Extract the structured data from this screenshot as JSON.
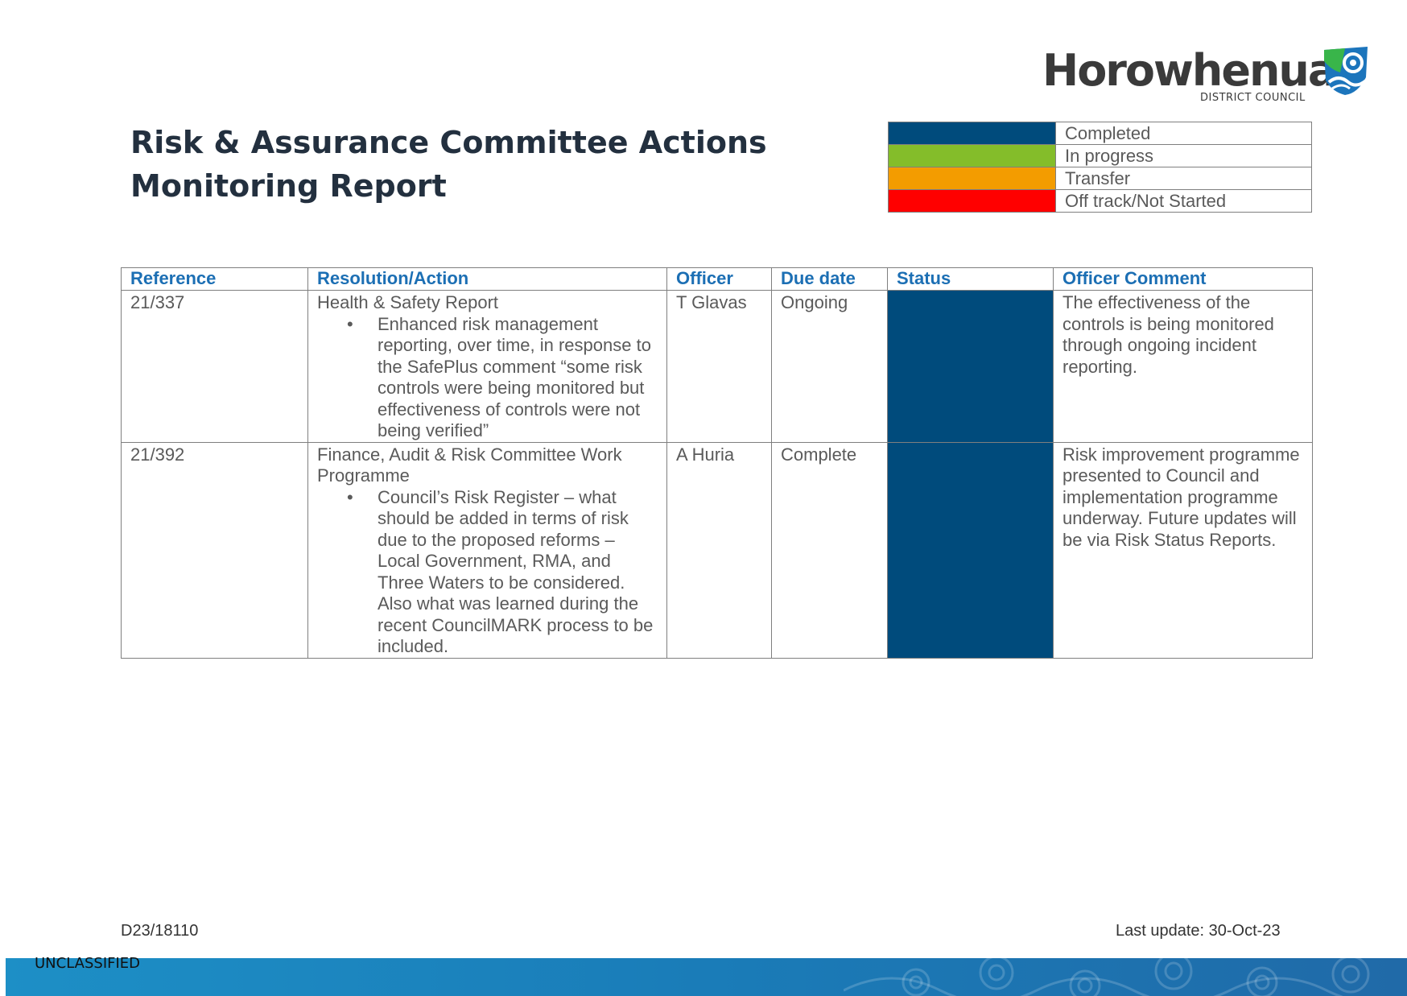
{
  "logo": {
    "name": "Horowhenua",
    "subtitle": "DISTRICT COUNCIL"
  },
  "title": {
    "line1": "Risk & Assurance Committee Actions",
    "line2": "Monitoring Report"
  },
  "legend": [
    {
      "label": "Completed",
      "color": "#004b7c"
    },
    {
      "label": "In progress",
      "color": "#84bd2a"
    },
    {
      "label": "Transfer",
      "color": "#f39c00"
    },
    {
      "label": "Off track/Not Started",
      "color": "#ff0000"
    }
  ],
  "table": {
    "headers": [
      "Reference",
      "Resolution/Action",
      "Officer",
      "Due date",
      "Status",
      "Officer Comment"
    ],
    "rows": [
      {
        "reference": "21/337",
        "resolution_title": "Health & Safety Report",
        "resolution_bullet": "Enhanced risk management reporting, over time, in response to the SafePlus comment “some risk controls were being monitored but effectiveness of controls were not being verified”",
        "officer": "T Glavas",
        "due_date": "Ongoing",
        "status_color": "#004b7c",
        "comment": "The effectiveness of the controls is being monitored through ongoing incident reporting."
      },
      {
        "reference": "21/392",
        "resolution_title": "Finance, Audit & Risk Committee Work Programme",
        "resolution_bullet": "Council’s Risk Register – what should be added in terms of risk due to the proposed reforms – Local Government, RMA, and Three Waters to be considered. Also what was learned during the recent CouncilMARK process to be included.",
        "officer": "A Huria",
        "due_date": "Complete",
        "status_color": "#004b7c",
        "comment": "Risk improvement programme presented to Council and implementation programme underway. Future updates will be via Risk Status Reports."
      }
    ]
  },
  "footer": {
    "document_ref": "D23/18110",
    "last_update": "Last update: 30-Oct-23",
    "classification": "UNCLASSIFIED"
  }
}
